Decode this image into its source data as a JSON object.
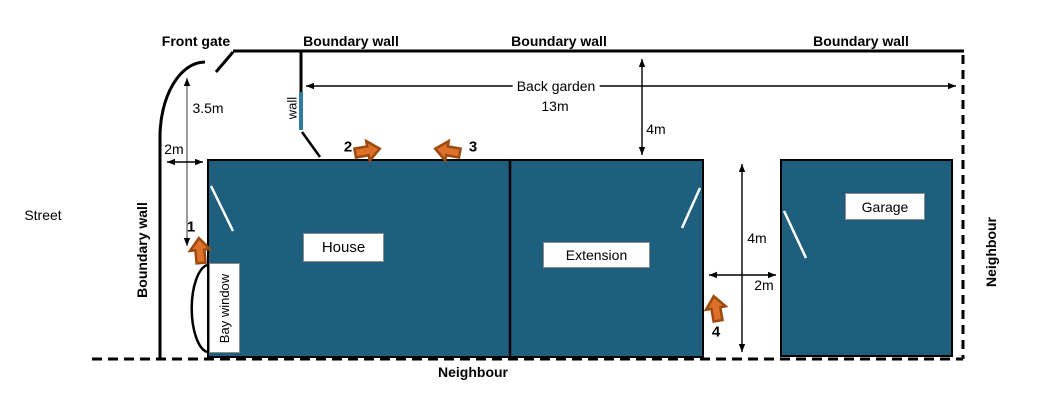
{
  "diagram": {
    "street_label": "Street",
    "front_gate_label": "Front gate",
    "boundary_walls": {
      "top_left": "Boundary wall",
      "top_middle": "Boundary wall",
      "top_right": "Boundary wall",
      "left": "Boundary wall"
    },
    "neighbours": {
      "right": "Neighbour",
      "bottom": "Neighbour"
    },
    "wall_label": "wall",
    "back_garden": {
      "label": "Back garden",
      "width": "13m"
    },
    "dimensions": {
      "gate_to_house": "3.5m",
      "wall_to_house": "2m",
      "house_to_boundary_depth": "4m",
      "extension_to_garage_depth": "4m",
      "extension_to_garage_width": "2m"
    },
    "buildings": {
      "house": "House",
      "extension": "Extension",
      "garage": "Garage",
      "bay_window": "Bay window"
    },
    "markers": {
      "m1": "1",
      "m2": "2",
      "m3": "3",
      "m4": "4"
    },
    "colors": {
      "building_fill": "#1d5f7d",
      "wall_segment": "#2e7aa0",
      "marker_arrow_fill": "#dd712c",
      "marker_arrow_stroke": "#9c4a10"
    }
  }
}
